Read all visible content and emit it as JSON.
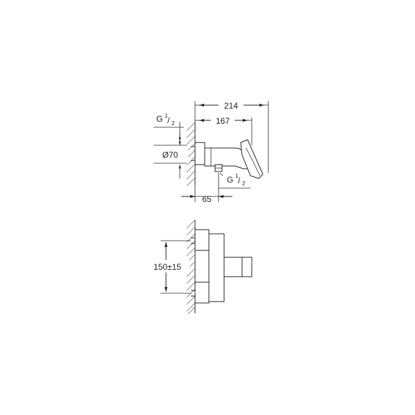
{
  "top_view": {
    "dim_overall": "214",
    "dim_body": "167",
    "dim_thread_left": {
      "main": "G ",
      "num": "1",
      "den": "2"
    },
    "dim_diameter": "Ø70",
    "dim_thread_outlet": {
      "main": "G ",
      "num": "1",
      "den": "2"
    },
    "dim_outlet_offset": "65"
  },
  "front_view": {
    "dim_centres": "150±15"
  }
}
